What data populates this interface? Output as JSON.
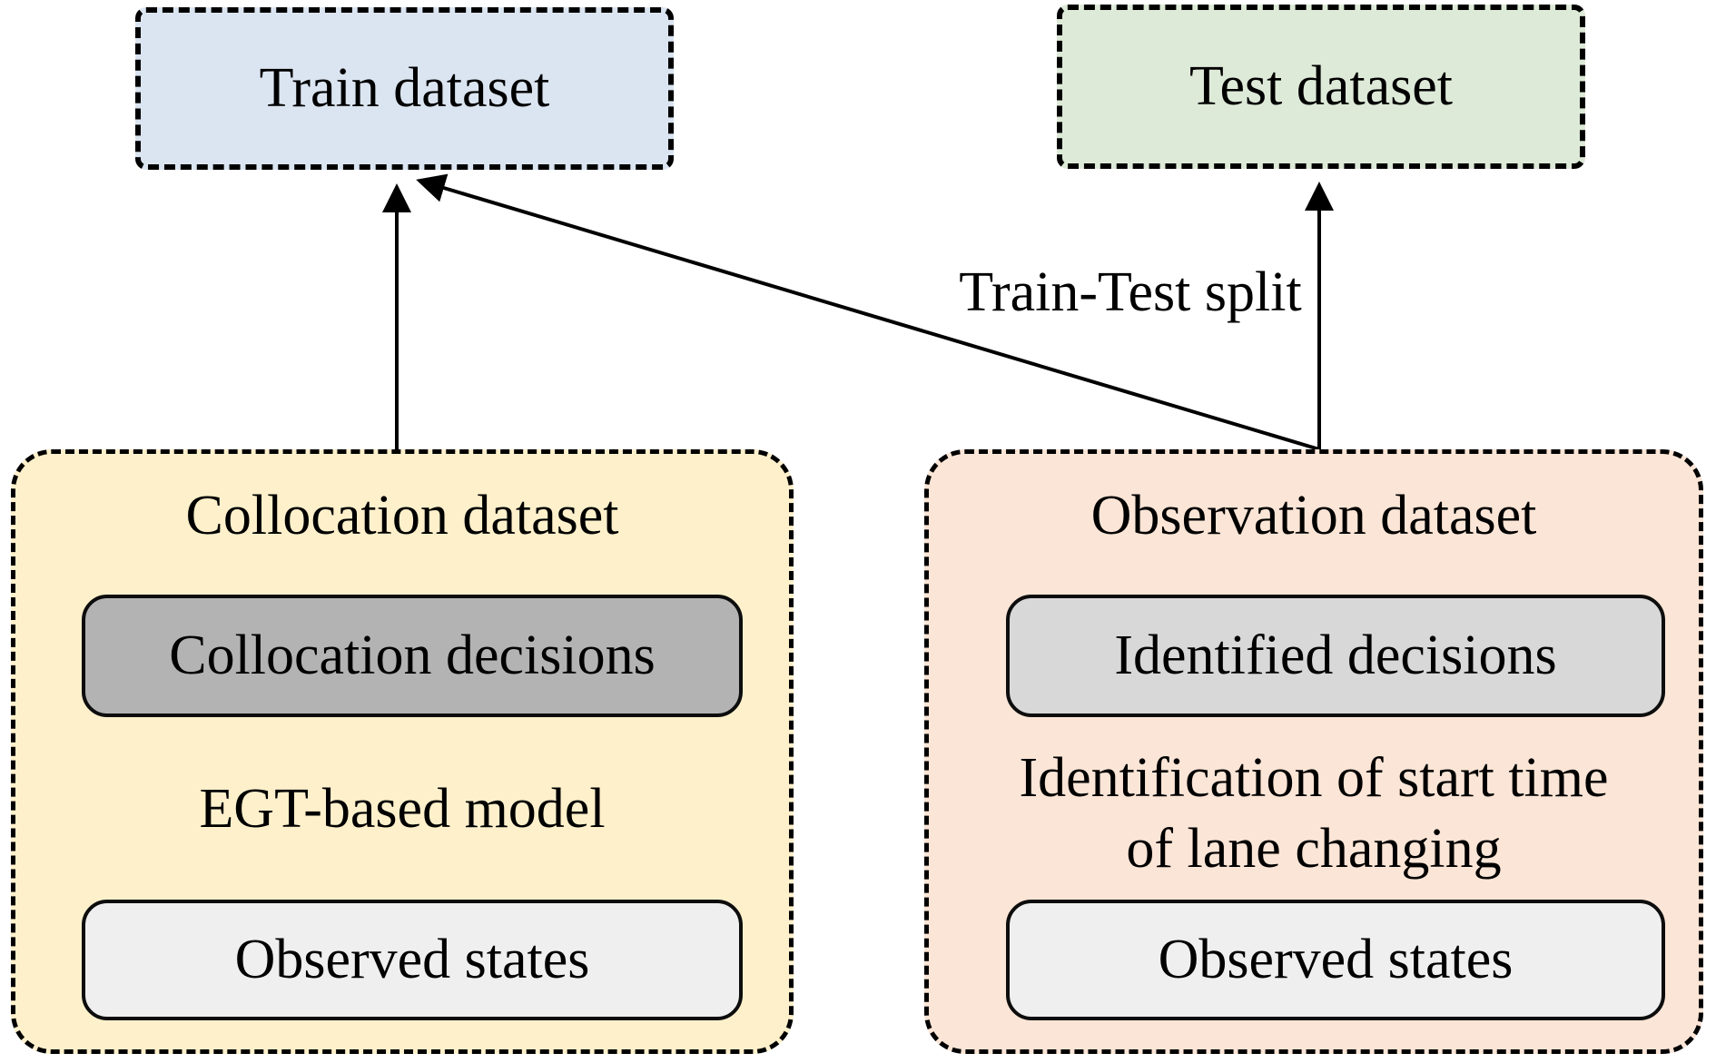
{
  "diagram": {
    "train_box": {
      "label": "Train dataset"
    },
    "test_box": {
      "label": "Test dataset"
    },
    "split_arrow_label": "Train-Test split",
    "collocation": {
      "title": "Collocation dataset",
      "decisions_label": "Collocation decisions",
      "process_label": "EGT-based model",
      "states_label": "Observed states"
    },
    "observation": {
      "title": "Observation dataset",
      "decisions_label": "Identified decisions",
      "process_label_line1": "Identification of start time",
      "process_label_line2": "of lane changing",
      "states_label": "Observed states"
    }
  },
  "colors": {
    "train_fill": "#dbe5f1",
    "test_fill": "#deead8",
    "collocation_fill": "#fdf0cb",
    "observation_fill": "#fbe5d6",
    "collocation_decisions_fill": "#b3b3b3",
    "identified_decisions_fill": "#d8d8d8",
    "observed_states_fill": "#efefef",
    "line_color": "#000000"
  }
}
